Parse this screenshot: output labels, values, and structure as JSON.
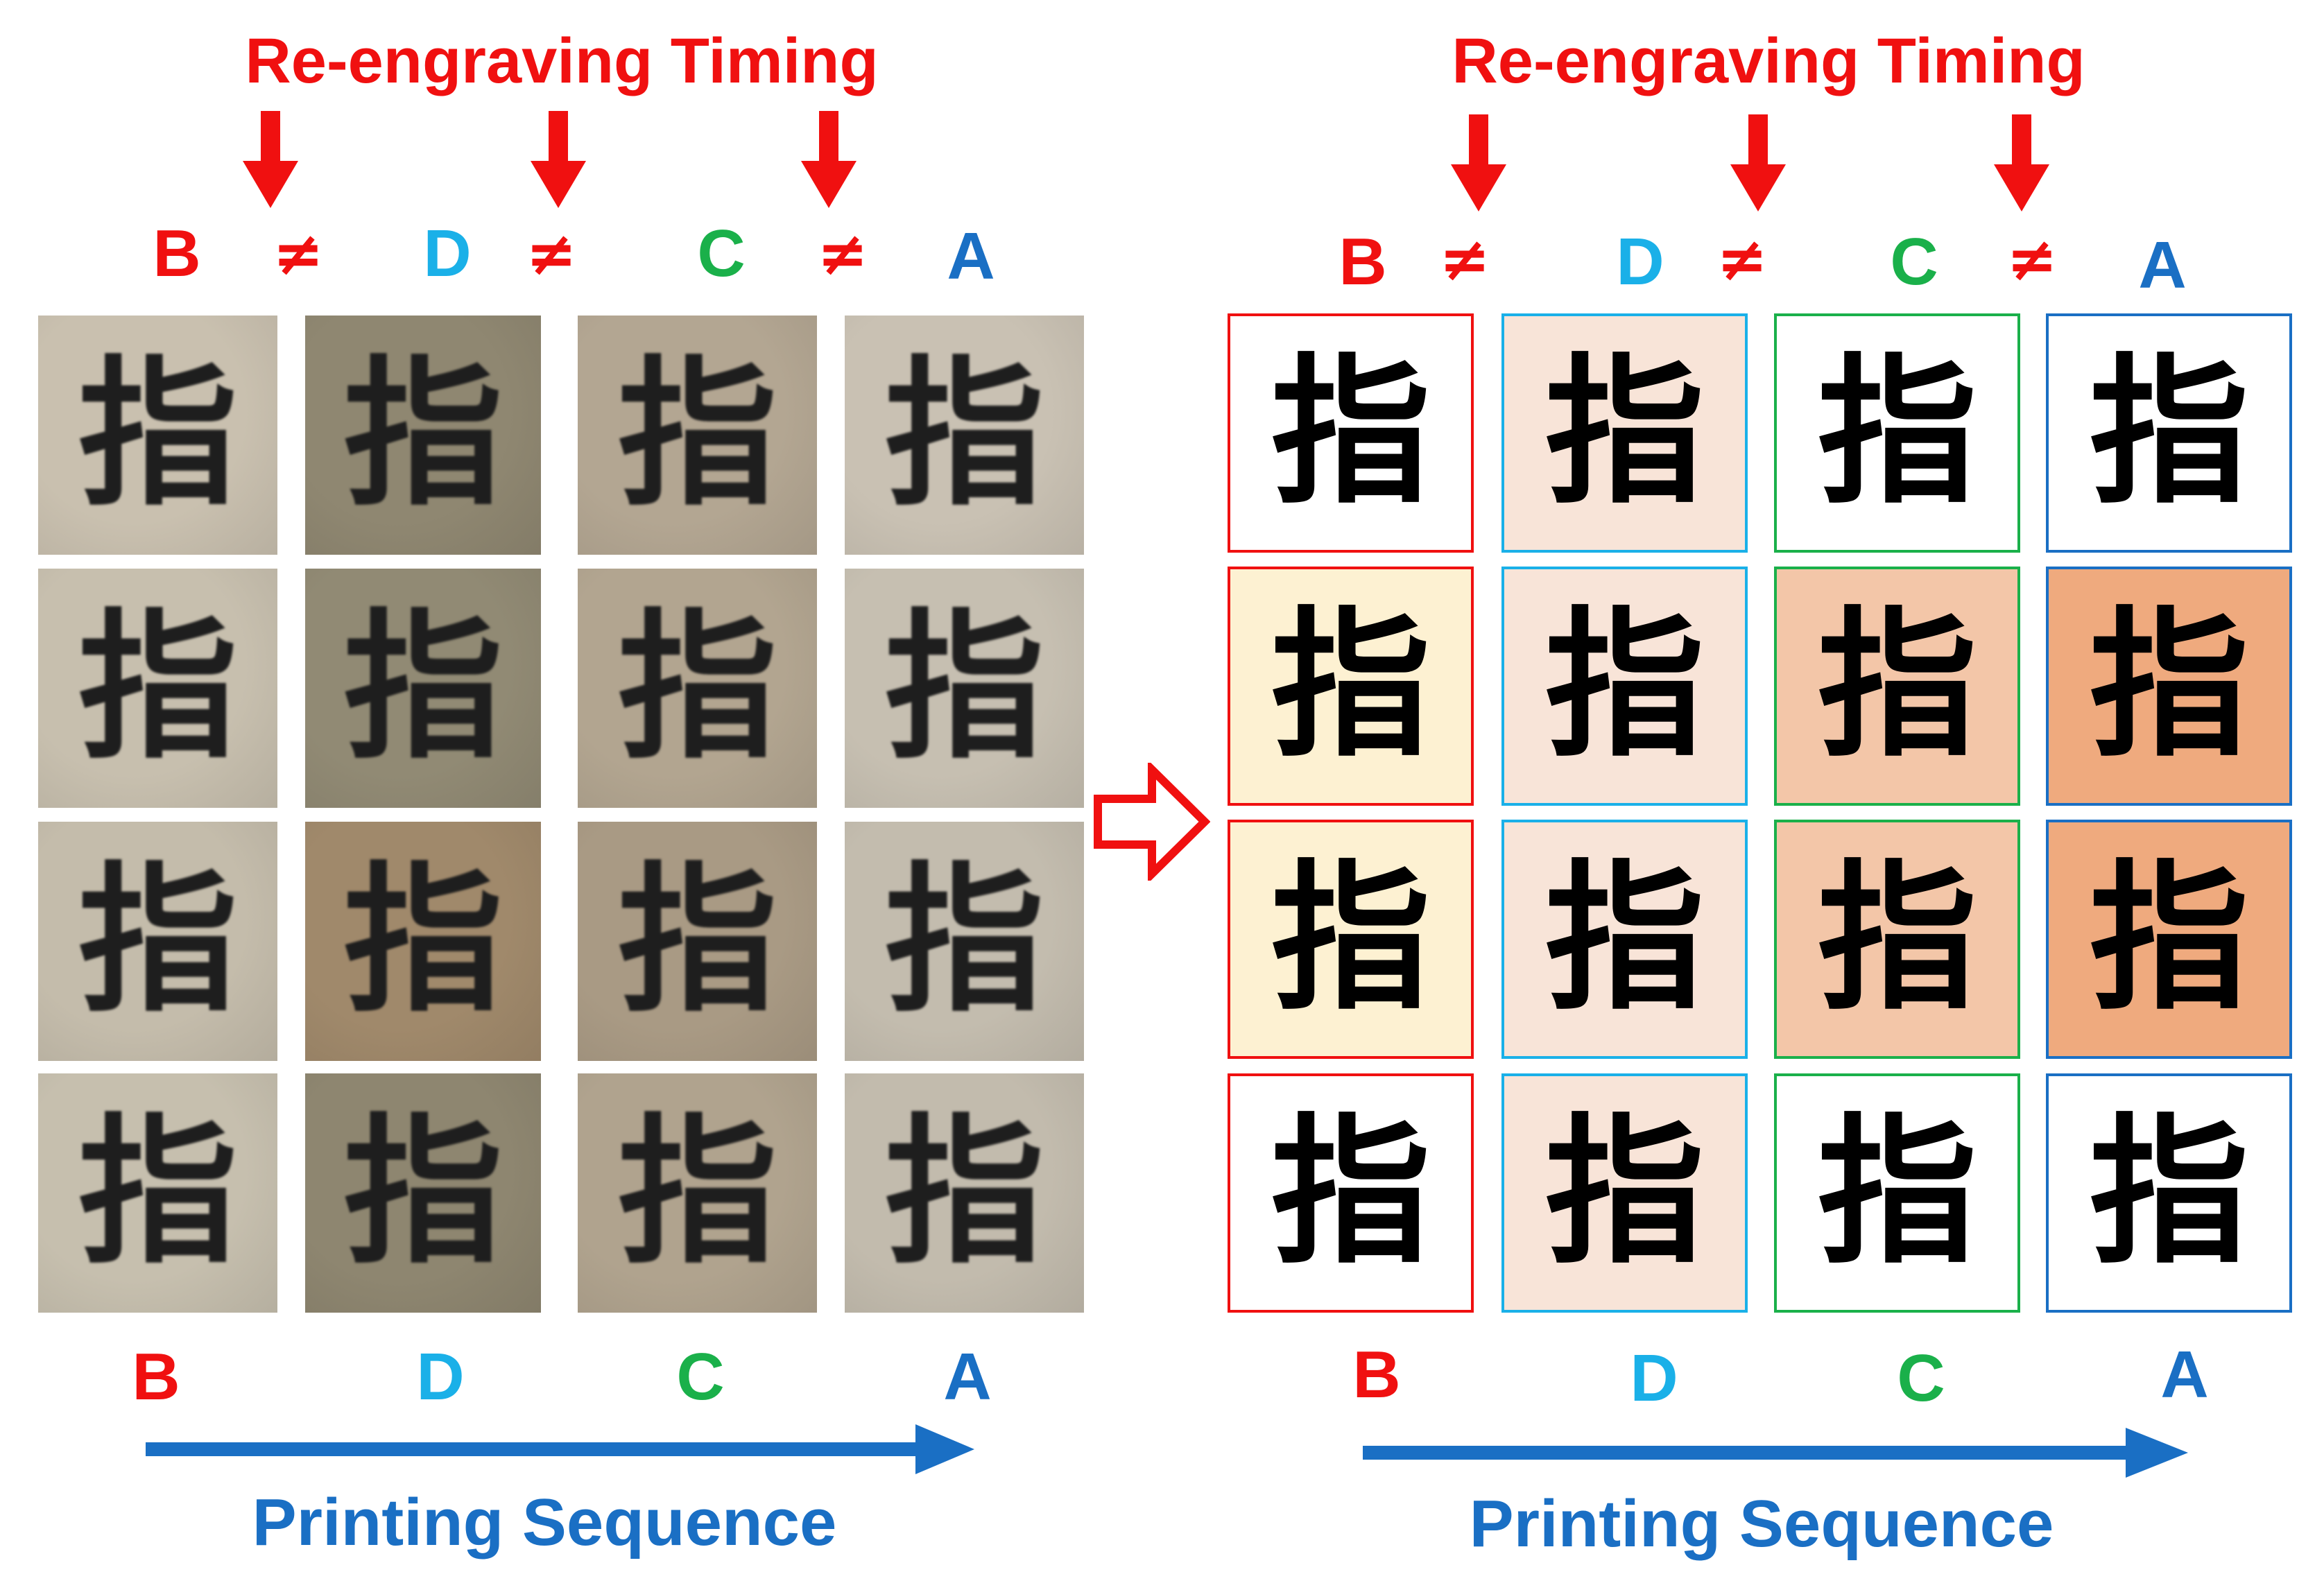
{
  "title": "Re-engraving Timing",
  "neq_symbol": "≠",
  "sequence_label": "Printing Sequence",
  "columns": [
    {
      "letter": "B",
      "color": "#f01010"
    },
    {
      "letter": "D",
      "color": "#1ab0e8"
    },
    {
      "letter": "C",
      "color": "#1ab04a"
    },
    {
      "letter": "A",
      "color": "#1a6fc4"
    }
  ],
  "glyph_rows": [
    "指",
    "指",
    "指",
    "指"
  ],
  "photo_backgrounds": [
    [
      "#c9c0af",
      "#8f8771",
      "#b3a692",
      "#c9c1b3"
    ],
    [
      "#c7bfae",
      "#918a74",
      "#b2a590",
      "#c6bfb1"
    ],
    [
      "#c4bcab",
      "#a0896b",
      "#a99a84",
      "#c3bcae"
    ],
    [
      "#c6bfae",
      "#8e8670",
      "#b0a38e",
      "#c2bbad"
    ]
  ],
  "binary_fills": [
    [
      "#ffffff",
      "#f8e4d8",
      "#ffffff",
      "#ffffff"
    ],
    [
      "#fdf1d2",
      "#f8e4d8",
      "#f3c6a8",
      "#efaa7e"
    ],
    [
      "#fdf1d2",
      "#f8e4d8",
      "#f3c6a8",
      "#efaa7e"
    ],
    [
      "#ffffff",
      "#f8e4d8",
      "#ffffff",
      "#ffffff"
    ]
  ],
  "colors": {
    "title": "#f01010",
    "sequence_arrow": "#1a6fc4",
    "transform_arrow": "#f01010"
  }
}
